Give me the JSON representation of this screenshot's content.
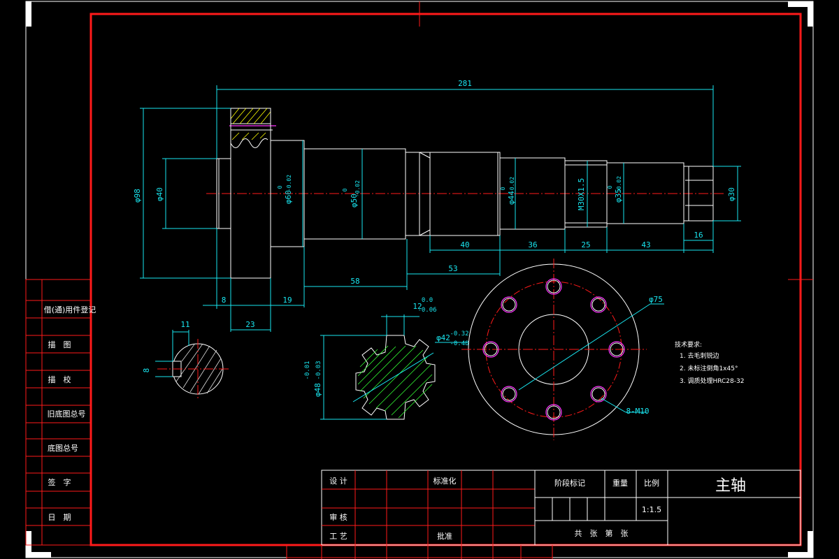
{
  "drawing": {
    "title": "主轴",
    "scale_label": "比例",
    "scale_value": "1:1.5",
    "weight_label": "重量",
    "stage_mark_label": "阶段标记",
    "sheets_text": "共　张　第　张",
    "title_block": {
      "design": "设 计",
      "standardize": "标准化",
      "review": "审 核",
      "process": "工 艺",
      "approve": "批准"
    },
    "side_block": [
      "借(通)用件登记",
      "描　图",
      "描　校",
      "旧底图总号",
      "底图总号",
      "签　字",
      "日　期"
    ]
  },
  "dimensions": {
    "overall_length": "281",
    "d98": "φ98",
    "d40": "φ40",
    "d60": "φ60",
    "d60_tol_up": "0",
    "d60_tol_low": "-0.02",
    "d50": "φ50",
    "d50_tol_up": "0",
    "d50_tol_low": "-0.02",
    "d44": "φ44",
    "d44_tol": "-0.02",
    "d44_tol_up": "0",
    "m30": "M30X1.5",
    "d35": "φ35",
    "d35_tol": "-0.02",
    "d35_tol_up": "0",
    "d30": "φ30",
    "len_40": "40",
    "len_36": "36",
    "len_25": "25",
    "len_43": "43",
    "len_16": "16",
    "len_53": "53",
    "len_58": "58",
    "len_8": "8",
    "len_19": "19",
    "len_23": "23",
    "key_11": "11",
    "key_8": "8",
    "spline_width": "12",
    "spline_width_tol_up": "0.0",
    "spline_width_tol_low": "-0.06",
    "spline_d42": "φ42",
    "spline_d42_tol_up": "-0.32",
    "spline_d42_tol_low": "-0.48",
    "spline_d48": "φ48",
    "spline_d48_tol_up": "-0.01",
    "spline_d48_tol_low": "-0.03",
    "flange_d75": "φ75",
    "bolts": "8-M10"
  },
  "notes": {
    "heading": "技术要求:",
    "items": [
      "1. 去毛刺锐边",
      "2. 未标注倒角1x45°",
      "3. 调质处理HRC28-32"
    ]
  }
}
